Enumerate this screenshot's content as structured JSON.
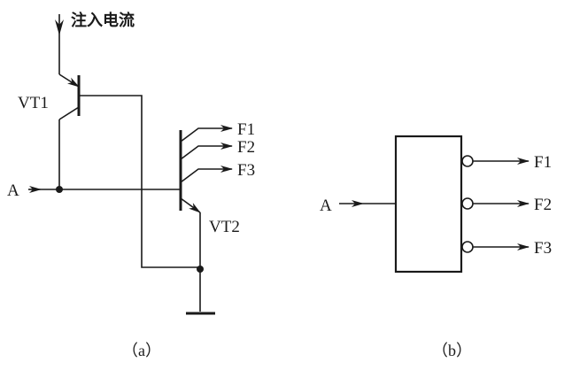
{
  "figure_a": {
    "caption": "（a）",
    "injection_label": "注入电流",
    "input_label": "A",
    "transistor1_label": "VT1",
    "transistor2_label": "VT2",
    "outputs": [
      "F1",
      "F2",
      "F3"
    ]
  },
  "figure_b": {
    "caption": "（b）",
    "input_label": "A",
    "outputs": [
      "F1",
      "F2",
      "F3"
    ]
  }
}
